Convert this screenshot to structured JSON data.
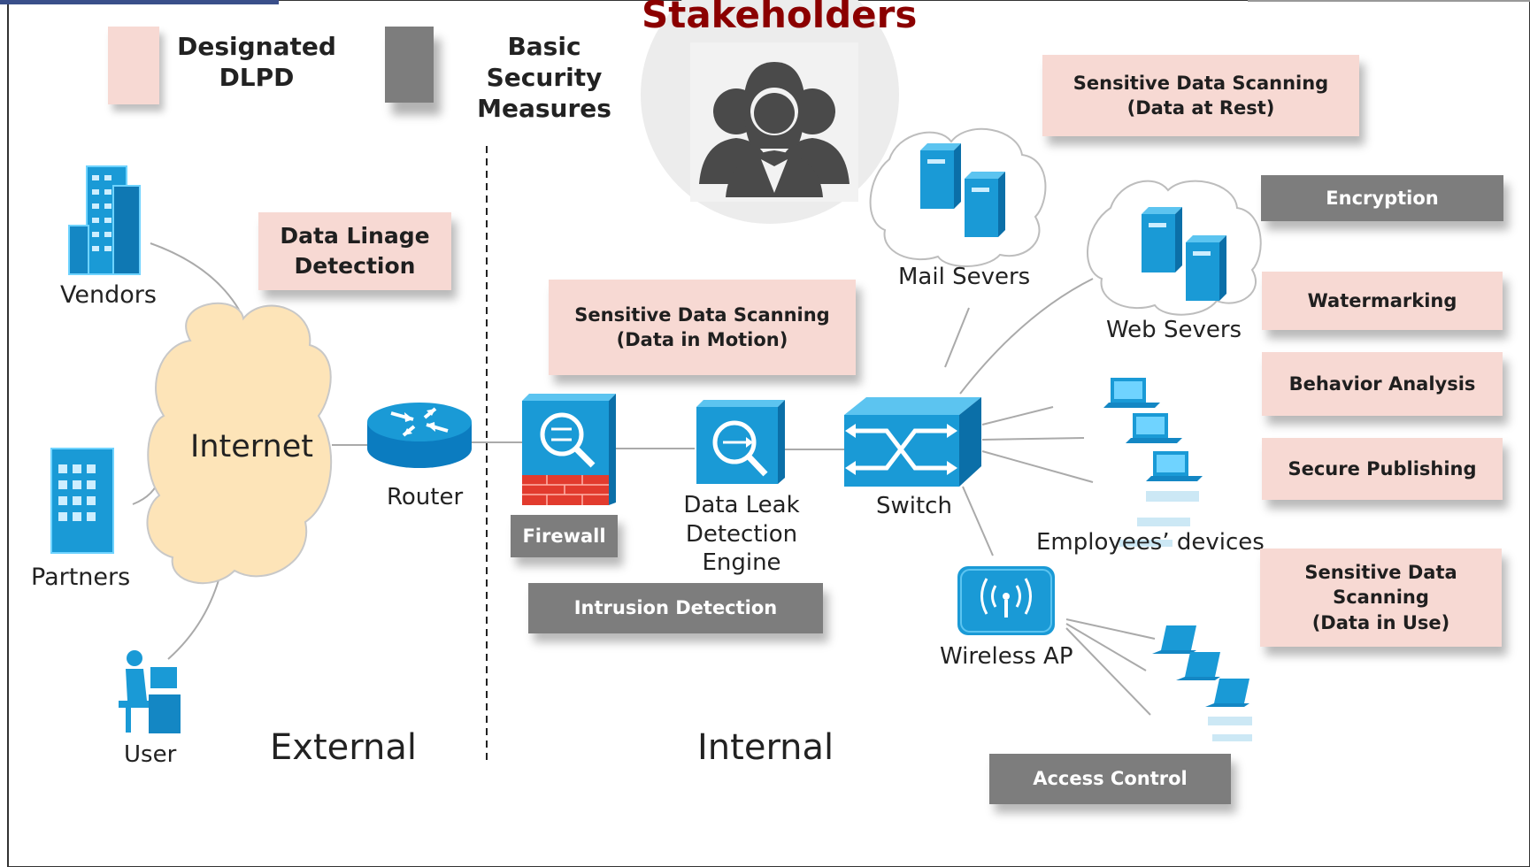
{
  "title": "Stakeholders",
  "legend": {
    "designated": "Designated\nDLPD",
    "basic": "Basic Security\nMeasures"
  },
  "zones": {
    "external": "External",
    "internal": "Internal"
  },
  "nodes": {
    "vendors": "Vendors",
    "partners": "Partners",
    "user": "User",
    "internet": "Internet",
    "router": "Router",
    "dlde": "Data Leak Detection\nEngine",
    "switch": "Switch",
    "mail": "Mail Severs",
    "web": "Web Severs",
    "employees": "Employees’ devices",
    "wireless": "Wireless AP"
  },
  "dlpd_boxes": {
    "data_lineage": "Data Linage\nDetection",
    "scan_motion": "Sensitive Data Scanning\n(Data in Motion)",
    "scan_rest": "Sensitive Data Scanning\n(Data at Rest)",
    "watermarking": "Watermarking",
    "behavior": "Behavior Analysis",
    "publishing": "Secure Publishing",
    "scan_use": "Sensitive Data Scanning\n(Data in Use)"
  },
  "basic_boxes": {
    "firewall": "Firewall",
    "intrusion": "Intrusion Detection",
    "encryption": "Encryption",
    "access": "Access Control"
  },
  "colors": {
    "dlpd": "#f7d9d3",
    "basic": "#7d7d7d",
    "title": "#8b0000",
    "device": "#1a9ad6"
  }
}
